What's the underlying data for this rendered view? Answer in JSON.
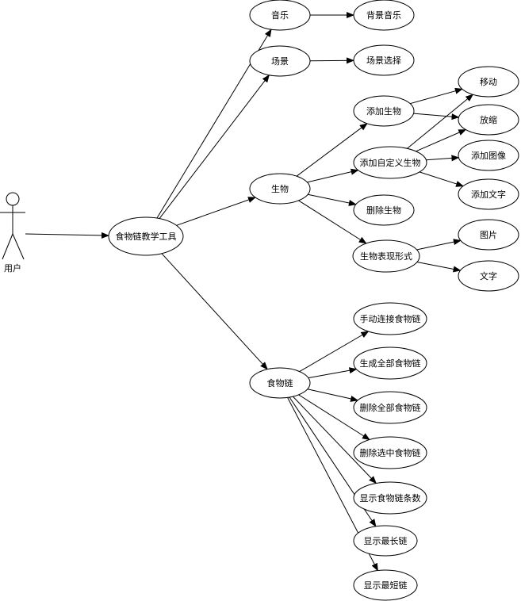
{
  "actor": {
    "label": "用户"
  },
  "nodes": {
    "root": "食物链教学工具",
    "music": "音乐",
    "bg_music": "背景音乐",
    "scene": "场景",
    "scene_select": "场景选择",
    "creature": "生物",
    "add_creature": "添加生物",
    "add_custom_creature": "添加自定义生物",
    "delete_creature": "删除生物",
    "creature_form": "生物表现形式",
    "move": "移动",
    "scale": "放缩",
    "add_image": "添加图像",
    "add_text": "添加文字",
    "picture": "图片",
    "text": "文字",
    "foodchain": "食物链",
    "manual_connect": "手动连接食物链",
    "generate_all": "生成全部食物链",
    "delete_all": "删除全部食物链",
    "delete_selected": "删除选中食物链",
    "show_count": "显示食物链条数",
    "show_longest": "显示最长链",
    "show_shortest": "显示最短链"
  },
  "edges": [
    [
      "actor",
      "root"
    ],
    [
      "root",
      "music"
    ],
    [
      "root",
      "scene"
    ],
    [
      "root",
      "creature"
    ],
    [
      "root",
      "foodchain"
    ],
    [
      "music",
      "bg_music"
    ],
    [
      "scene",
      "scene_select"
    ],
    [
      "creature",
      "add_creature"
    ],
    [
      "creature",
      "add_custom_creature"
    ],
    [
      "creature",
      "delete_creature"
    ],
    [
      "creature",
      "creature_form"
    ],
    [
      "add_creature",
      "move"
    ],
    [
      "add_creature",
      "scale"
    ],
    [
      "add_custom_creature",
      "move"
    ],
    [
      "add_custom_creature",
      "scale"
    ],
    [
      "add_custom_creature",
      "add_image"
    ],
    [
      "add_custom_creature",
      "add_text"
    ],
    [
      "creature_form",
      "picture"
    ],
    [
      "creature_form",
      "text"
    ],
    [
      "foodchain",
      "manual_connect"
    ],
    [
      "foodchain",
      "generate_all"
    ],
    [
      "foodchain",
      "delete_all"
    ],
    [
      "foodchain",
      "delete_selected"
    ],
    [
      "foodchain",
      "show_count"
    ],
    [
      "foodchain",
      "show_longest"
    ],
    [
      "foodchain",
      "show_shortest"
    ]
  ]
}
